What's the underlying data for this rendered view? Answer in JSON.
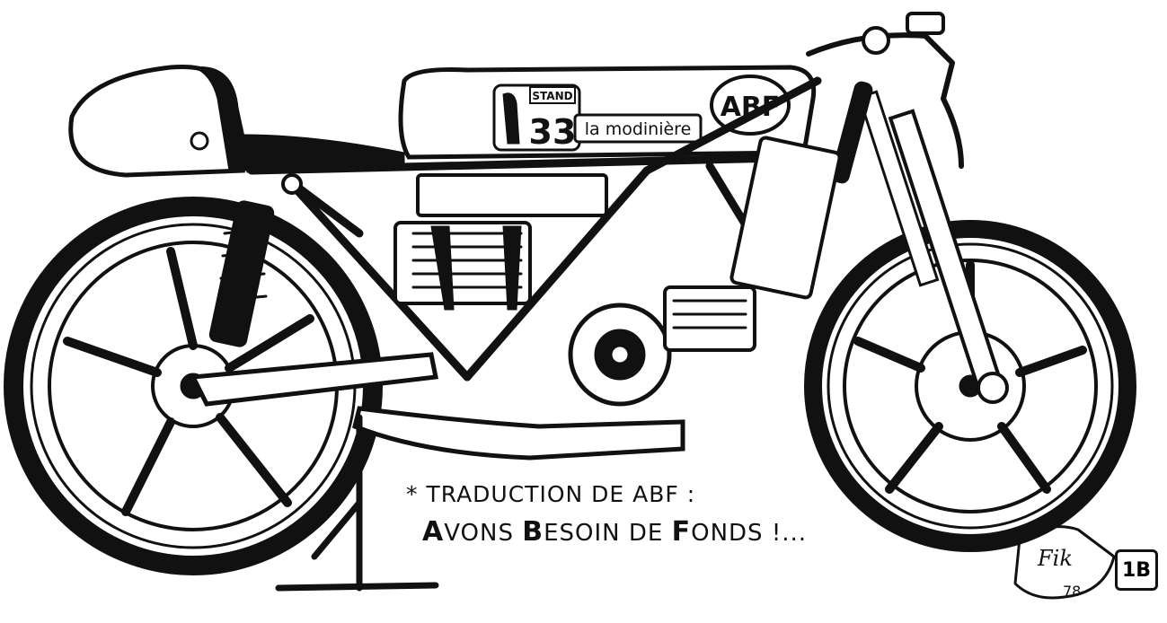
{
  "tank": {
    "stand_label": "STAND",
    "stand_number": "33",
    "sponsor": "la modinière",
    "logo": "ABF"
  },
  "caption": {
    "line1": "* TRADUCTION DE ABF :",
    "line2_parts": [
      "A",
      "VONS ",
      "B",
      "ESOIN DE ",
      "F",
      "ONDS !..."
    ]
  },
  "signature": {
    "name": "Fik",
    "year": "78",
    "plate": "1B"
  }
}
